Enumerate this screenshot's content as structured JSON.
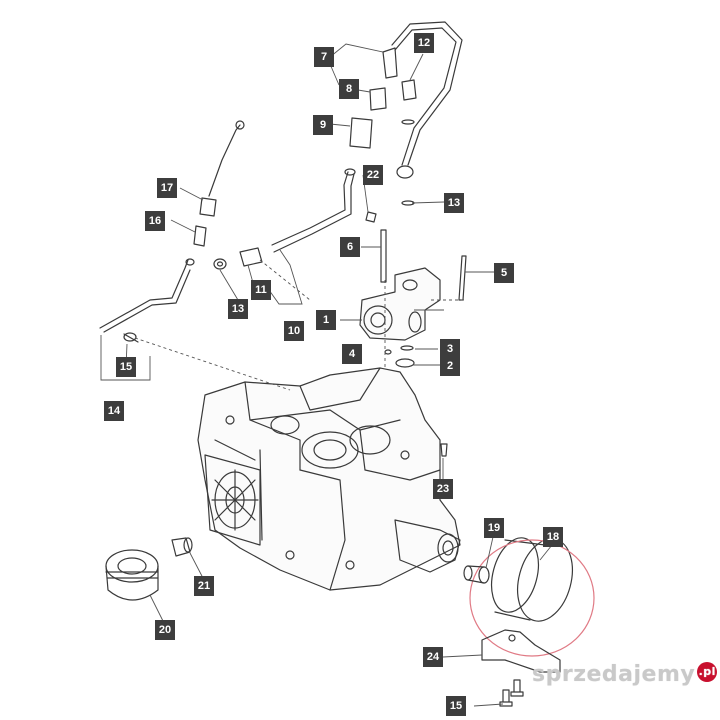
{
  "callouts": {
    "c1": "1",
    "c2": "2",
    "c3": "3",
    "c4": "4",
    "c5": "5",
    "c6": "6",
    "c7": "7",
    "c8": "8",
    "c9": "9",
    "c10": "10",
    "c11": "11",
    "c12": "12",
    "c13a": "13",
    "c13b": "13",
    "c14": "14",
    "c15a": "15",
    "c15b": "15",
    "c16": "16",
    "c17": "17",
    "c18": "18",
    "c19": "19",
    "c20": "20",
    "c21": "21",
    "c22": "22",
    "c23": "23",
    "c24": "24"
  },
  "watermark": {
    "text": "sprzedajemy",
    "badge": ".pl",
    "badge_color": "#c8102e"
  },
  "colors": {
    "line": "#3a3a3a",
    "callout_bg": "#3d3d3d",
    "highlight_ring": "#e07a85"
  }
}
